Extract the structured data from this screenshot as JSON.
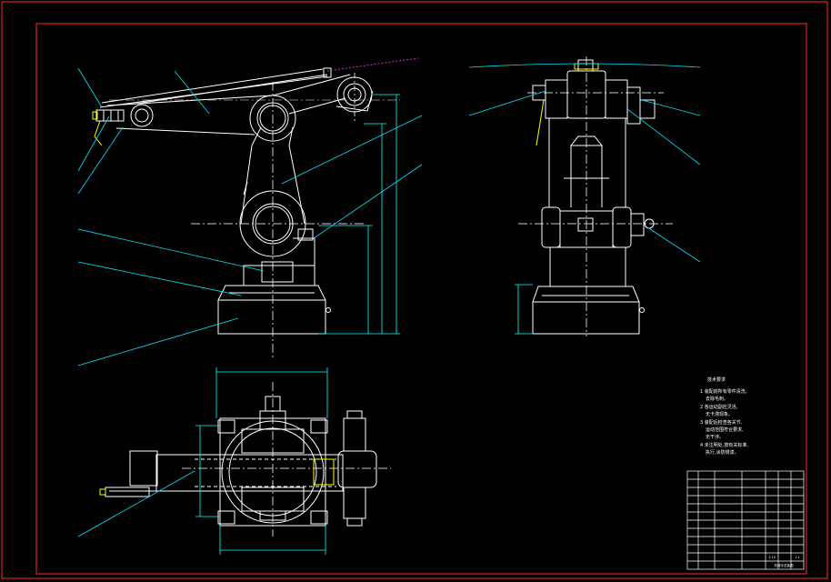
{
  "drawing": {
    "colors": {
      "background": "#000000",
      "frame": "#ff2a2a",
      "geometry": "#ffffff",
      "centerline": "#c8c8c8",
      "leader": "#00e5ff",
      "dim": "#00ffff",
      "yellow": "#ffff00",
      "magenta": "#cc33cc"
    },
    "notes_title": "技术要求",
    "notes": [
      "1 装配前所有零件清洗,",
      "去除毛刺。",
      "2 各运动副应灵活,",
      "无卡滞现象。",
      "3 装配后检查各关节,",
      "运动范围符合要求,",
      "无干涉。",
      "4 未注明处,按有关标准,",
      "执行,涂防锈漆。"
    ],
    "title_block": {
      "drawing_name": "机械手总装图",
      "scale": "1:10",
      "sheet": "1:1"
    }
  }
}
